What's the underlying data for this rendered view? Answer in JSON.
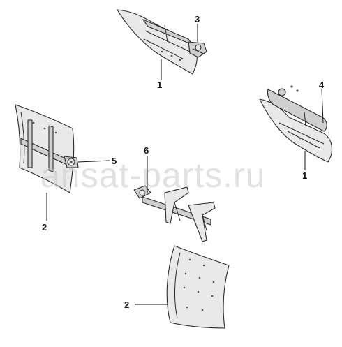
{
  "diagram": {
    "watermark": "ansat-parts.ru",
    "callouts": {
      "c1a": "1",
      "c1b": "1",
      "c2a": "2",
      "c2b": "2",
      "c3": "3",
      "c4": "4",
      "c5": "5",
      "c6": "6"
    }
  }
}
